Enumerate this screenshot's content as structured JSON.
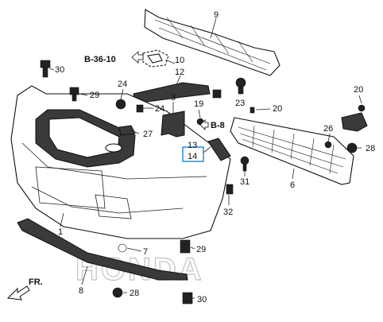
{
  "diagram": {
    "brand_watermark": "HONDA",
    "front_indicator": "FR.",
    "references": [
      "B-36-10",
      "B-8"
    ],
    "highlighted_callout": "14",
    "callouts": [
      {
        "id": "c1",
        "label": "1"
      },
      {
        "id": "c3",
        "label": "3"
      },
      {
        "id": "c6",
        "label": "6"
      },
      {
        "id": "c7",
        "label": "7"
      },
      {
        "id": "c8",
        "label": "8"
      },
      {
        "id": "c9",
        "label": "9"
      },
      {
        "id": "c10",
        "label": "10"
      },
      {
        "id": "c12",
        "label": "12"
      },
      {
        "id": "c13",
        "label": "13"
      },
      {
        "id": "c14",
        "label": "14"
      },
      {
        "id": "c19",
        "label": "19"
      },
      {
        "id": "c20",
        "label": "20"
      },
      {
        "id": "c20b",
        "label": "20"
      },
      {
        "id": "c23",
        "label": "23"
      },
      {
        "id": "c24",
        "label": "24"
      },
      {
        "id": "c24b",
        "label": "24"
      },
      {
        "id": "c26",
        "label": "26"
      },
      {
        "id": "c27",
        "label": "27"
      },
      {
        "id": "c28",
        "label": "28"
      },
      {
        "id": "c28b",
        "label": "28"
      },
      {
        "id": "c29",
        "label": "29"
      },
      {
        "id": "c29b",
        "label": "29"
      },
      {
        "id": "c30",
        "label": "30"
      },
      {
        "id": "c30b",
        "label": "30"
      },
      {
        "id": "c31",
        "label": "31"
      },
      {
        "id": "c32",
        "label": "32"
      }
    ]
  }
}
